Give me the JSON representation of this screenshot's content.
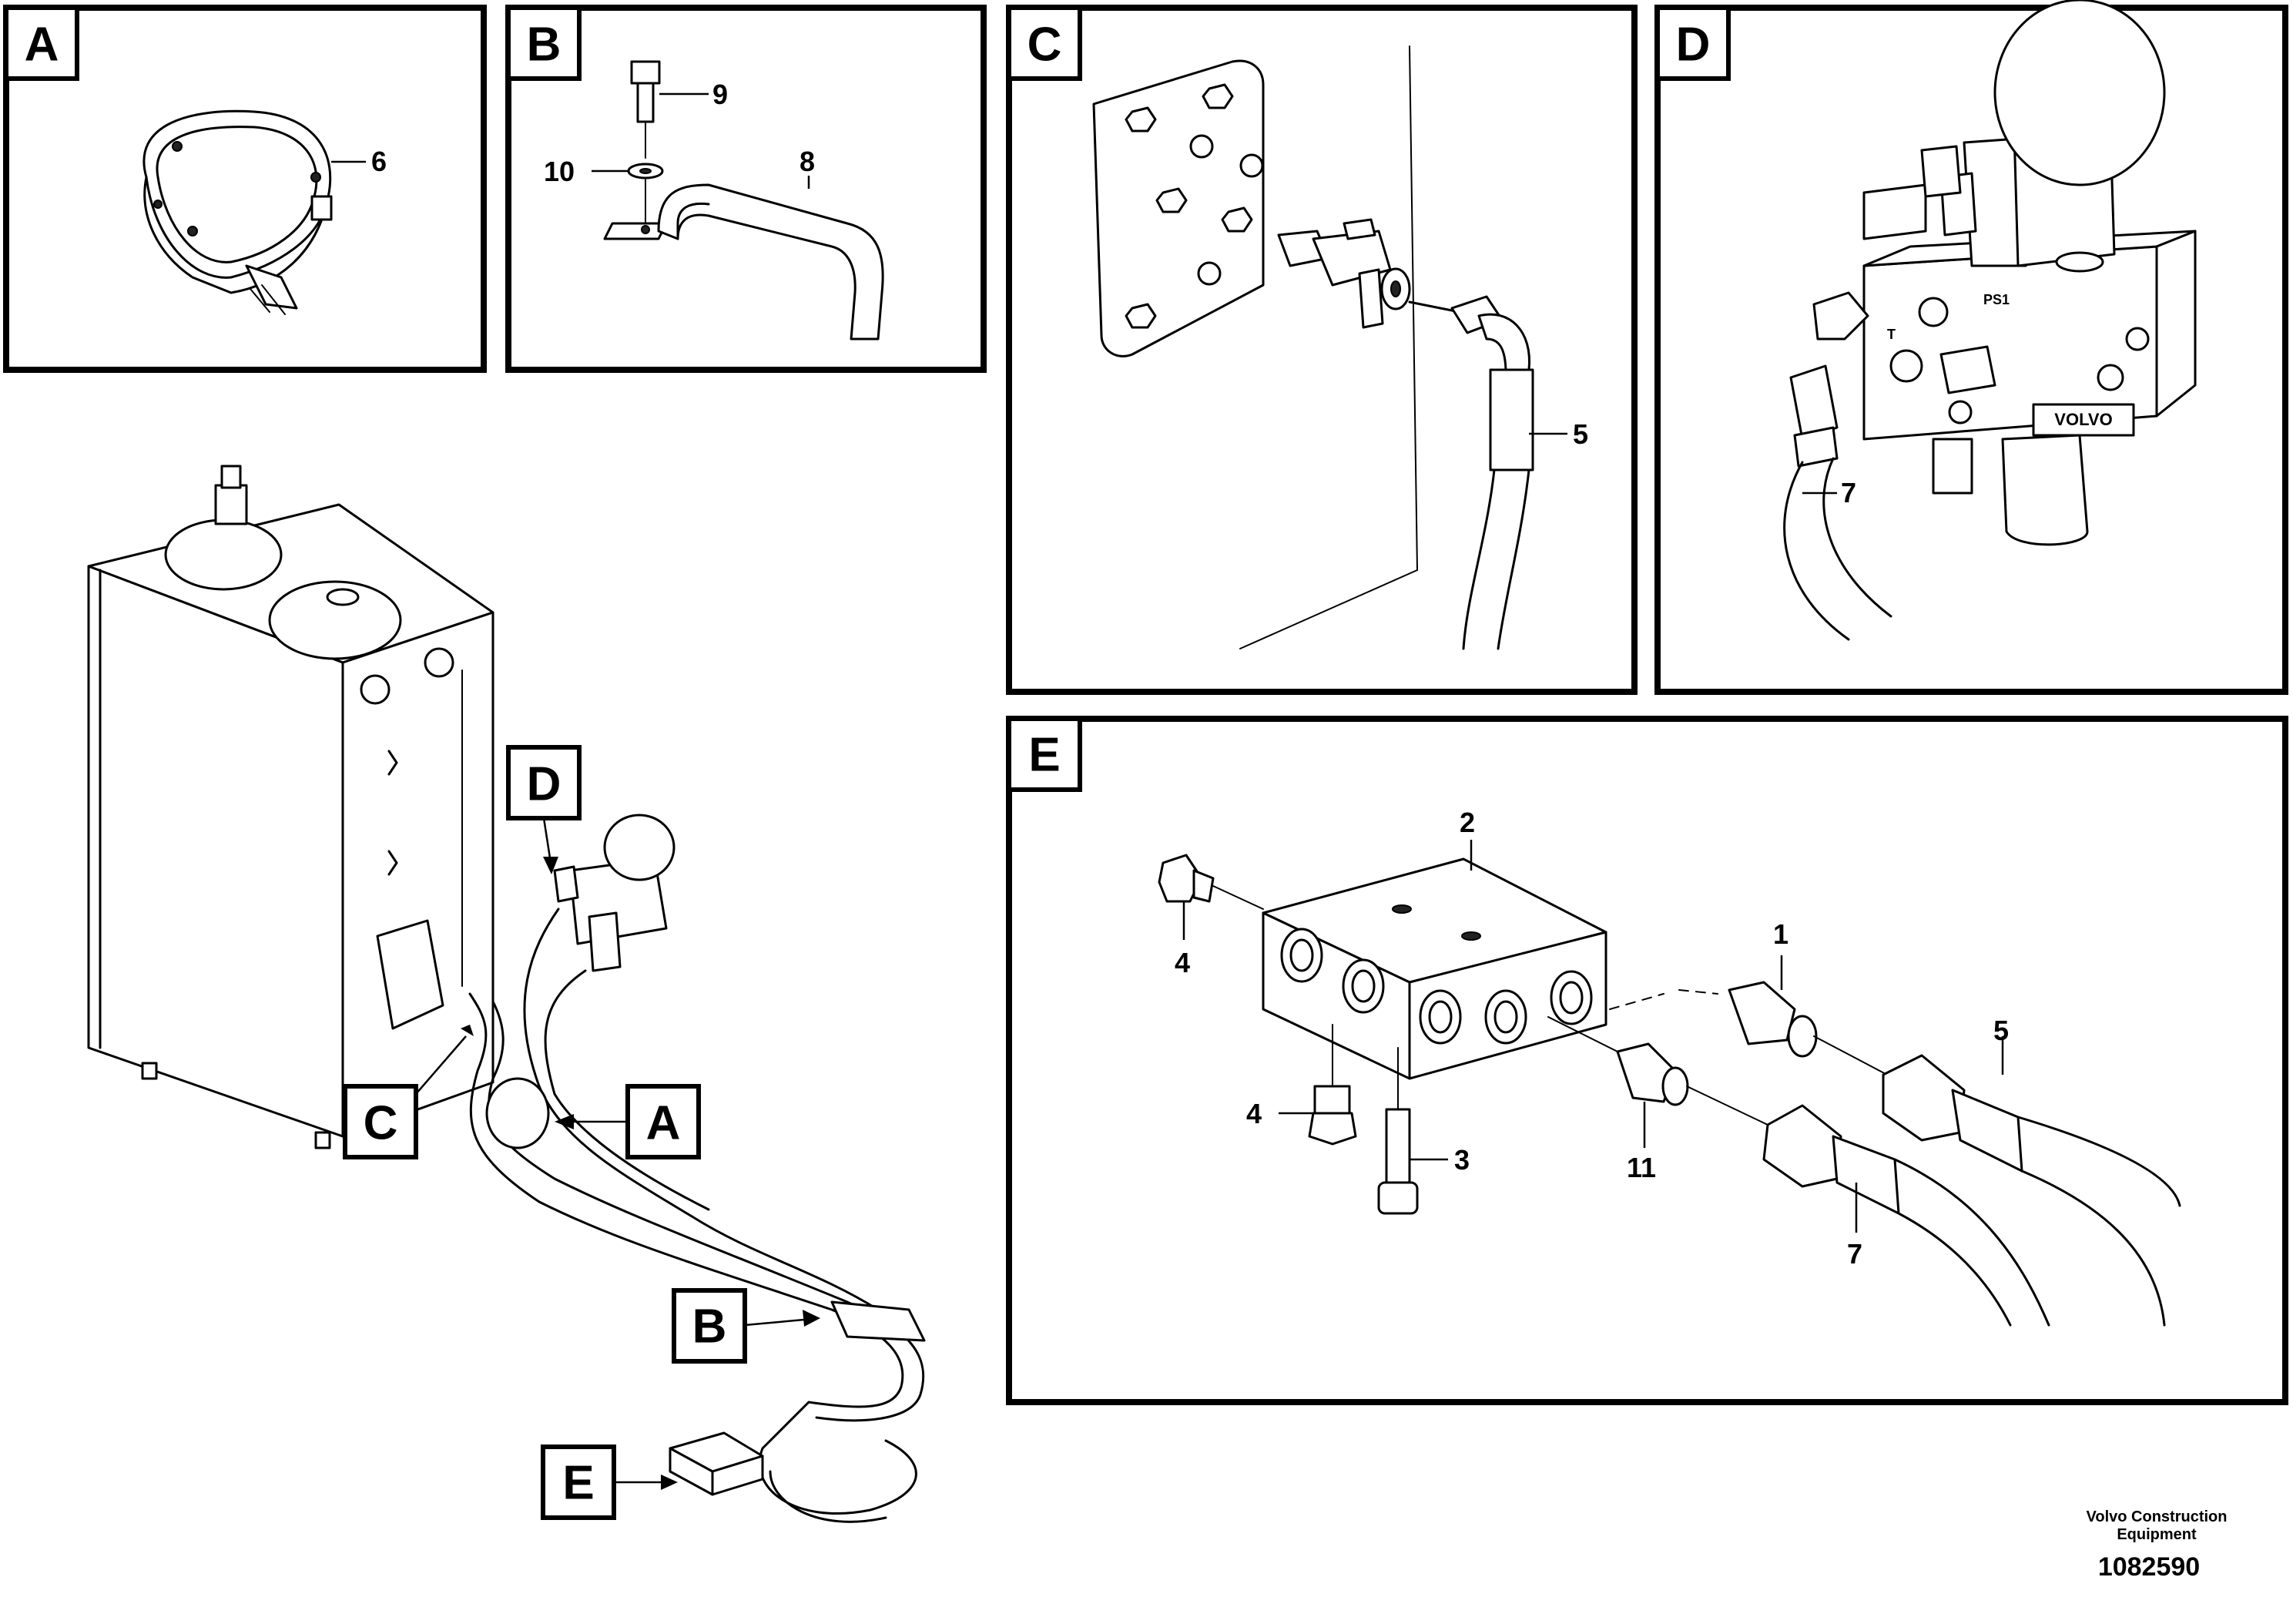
{
  "views": {
    "A": {
      "letter": "A",
      "callouts": [
        "6"
      ]
    },
    "B": {
      "letter": "B",
      "callouts": [
        "9",
        "10",
        "8"
      ]
    },
    "C": {
      "letter": "C",
      "callouts": [
        "5"
      ]
    },
    "D": {
      "letter": "D",
      "callouts": [
        "7"
      ]
    },
    "E": {
      "letter": "E",
      "callouts": [
        "2",
        "1",
        "5",
        "4",
        "4",
        "3",
        "11",
        "7"
      ]
    }
  },
  "overview_tags": {
    "A": "A",
    "B": "B",
    "C": "C",
    "D": "D",
    "E": "E"
  },
  "valve_labels": {
    "ps1": "PS1",
    "t": "T",
    "brand": "VOLVO"
  },
  "footer": {
    "line1": "Volvo Construction",
    "line2": "Equipment",
    "doc_number": "1082590"
  }
}
